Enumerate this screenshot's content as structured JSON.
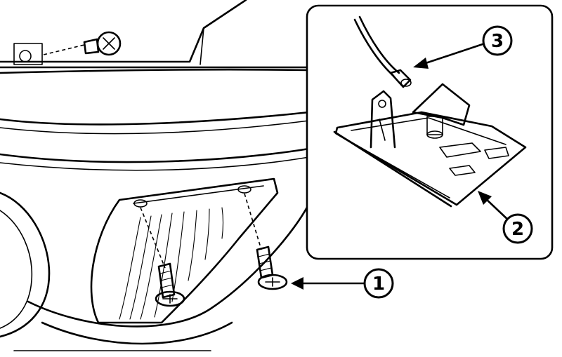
{
  "callouts": [
    {
      "id": "screw",
      "label": "1"
    },
    {
      "id": "lamp-bracket",
      "label": "2"
    },
    {
      "id": "bulb",
      "label": "3"
    }
  ],
  "colors": {
    "ink": "#000000",
    "paper": "#ffffff"
  }
}
